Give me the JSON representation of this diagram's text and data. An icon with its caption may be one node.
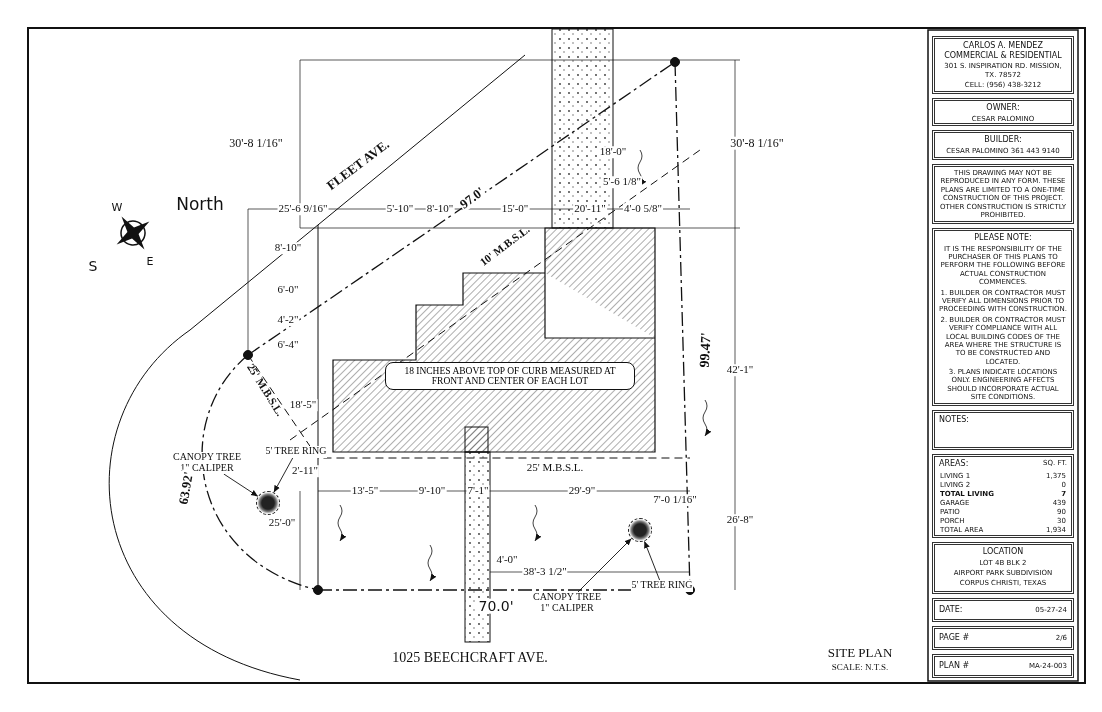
{
  "diagram": {
    "nodes": [
      {
        "text": [
          "CARLOS A. MENDEZ COMMERCIAL & RESIDENTIAL",
          "301 S. INSPIRATION RD. MISSION, TX. 78572",
          "CELL: (956) 438-3212"
        ]
      },
      {
        "text": [
          "OWNER:",
          "CESAR PALOMINO"
        ]
      },
      {
        "text": [
          "BUILDER:",
          "CESAR PALOMINO 361 443 9140"
        ]
      },
      {
        "text": [
          "THIS DRAWING MAY NOT BE REPRODUCED IN ANY FORM. THESE PLANS ARE LIMITED TO A ONE-TIME CONSTRUCTION OF THIS PROJECT. OTHER CONSTRUCTION IS STRICTLY PROHIBITED."
        ]
      },
      {
        "text": [
          "PLEASE NOTE:",
          "IT IS THE RESPONSIBILITY OF THE PURCHASER OF THIS PLANS TO PERFORM THE FOLLOWING BEFORE ACTUAL CONSTRUCTION COMMENCES.",
          "1. BUILDER OR CONTRACTOR MUST VERIFY ALL DIMENSIONS PRIOR TO PROCEEDING WITH CONSTRUCTION.",
          "2. BUILDER OR CONTRACTOR MUST VERIFY COMPLIANCE WITH ALL LOCAL BUILDING CODES OF THE AREA WHERE THE STRUCTURE IS TO BE CONSTRUCTED AND LOCATED.",
          "3. PLANS INDICATE LOCATIONS ONLY. ENGINEERING AFFECTS SHOULD INCORPORATE ACTUAL SITE CONDITIONS."
        ]
      },
      {
        "text": [
          "NOTES:"
        ]
      },
      {
        "text": [
          "AREAS:",
          "SQ. FT."
        ]
      },
      {
        "text": [
          "LOCATION",
          "LOT 4B BLK 2",
          "AIRPORT PARK SUBDIVISION",
          "CORPUS CHRISTI, TEXAS"
        ]
      },
      {
        "text": [
          "DATE:",
          "05-27-24"
        ]
      },
      {
        "text": [
          "PAGE #",
          "2/6"
        ]
      },
      {
        "text": [
          "PLAN #",
          "MA-24-003"
        ]
      },
      {
        "text": [
          "18 INCHES ABOVE TOP OF CURB MEASURED AT FRONT AND CENTER OF EACH LOT"
        ]
      },
      {
        "text": [
          "CANOPY TREE 1\" CALIPER"
        ]
      },
      {
        "text": [],
        "shape": "circle"
      },
      {
        "text": [
          "5' TREE RING"
        ]
      },
      {
        "text": [
          "CANOPY TREE 1\" CALIPER"
        ]
      },
      {
        "text": [],
        "shape": "circle"
      },
      {
        "text": [
          "5' TREE RING"
        ]
      }
    ],
    "edges": [
      {
        "from": 12,
        "to": 13,
        "arrow": "to"
      },
      {
        "from": 14,
        "to": 13,
        "arrow": "to"
      },
      {
        "from": 15,
        "to": 16,
        "arrow": "to"
      },
      {
        "from": 17,
        "to": 16,
        "arrow": "to"
      }
    ],
    "labels": [
      "FLEET AVE.",
      "30'-8 1/16\"",
      "30'-8 1/16\"",
      "18'-0\"",
      "5'-6 1/8\"",
      "North",
      "W",
      "S",
      "E",
      "25'-6 9/16\"",
      "5'-10\"",
      "8'-10\"",
      "97.0'",
      "15'-0\"",
      "20'-11\"",
      "4'-0 5/8\"",
      "8'-10\"",
      "10' M.B.S.L.",
      "6'-0\"",
      "4'-2\"",
      "99.47'",
      "42'-1\"",
      "6'-4\"",
      "18'-5\"",
      "25' M.B.S.L.",
      "2'-11\"",
      "25' M.B.S.L.",
      "13'-5\"",
      "9'-10\"",
      "7'-1\"",
      "29'-9\"",
      "63.92'",
      "7'-0 1/16\"",
      "25'-0\"",
      "26'-8\"",
      "4'-0\"",
      "38'-3 1/2\"",
      "70.0'",
      "1025 BEECHCRAFT AVE.",
      "SITE PLAN",
      "SCALE: N.T.S.",
      "LIVING 1",
      "1,375",
      "LIVING 2",
      "0",
      "TOTAL LIVING",
      "7",
      "GARAGE",
      "439",
      "PATIO",
      "90",
      "PORCH",
      "30",
      "TOTAL AREA",
      "1,934"
    ]
  }
}
